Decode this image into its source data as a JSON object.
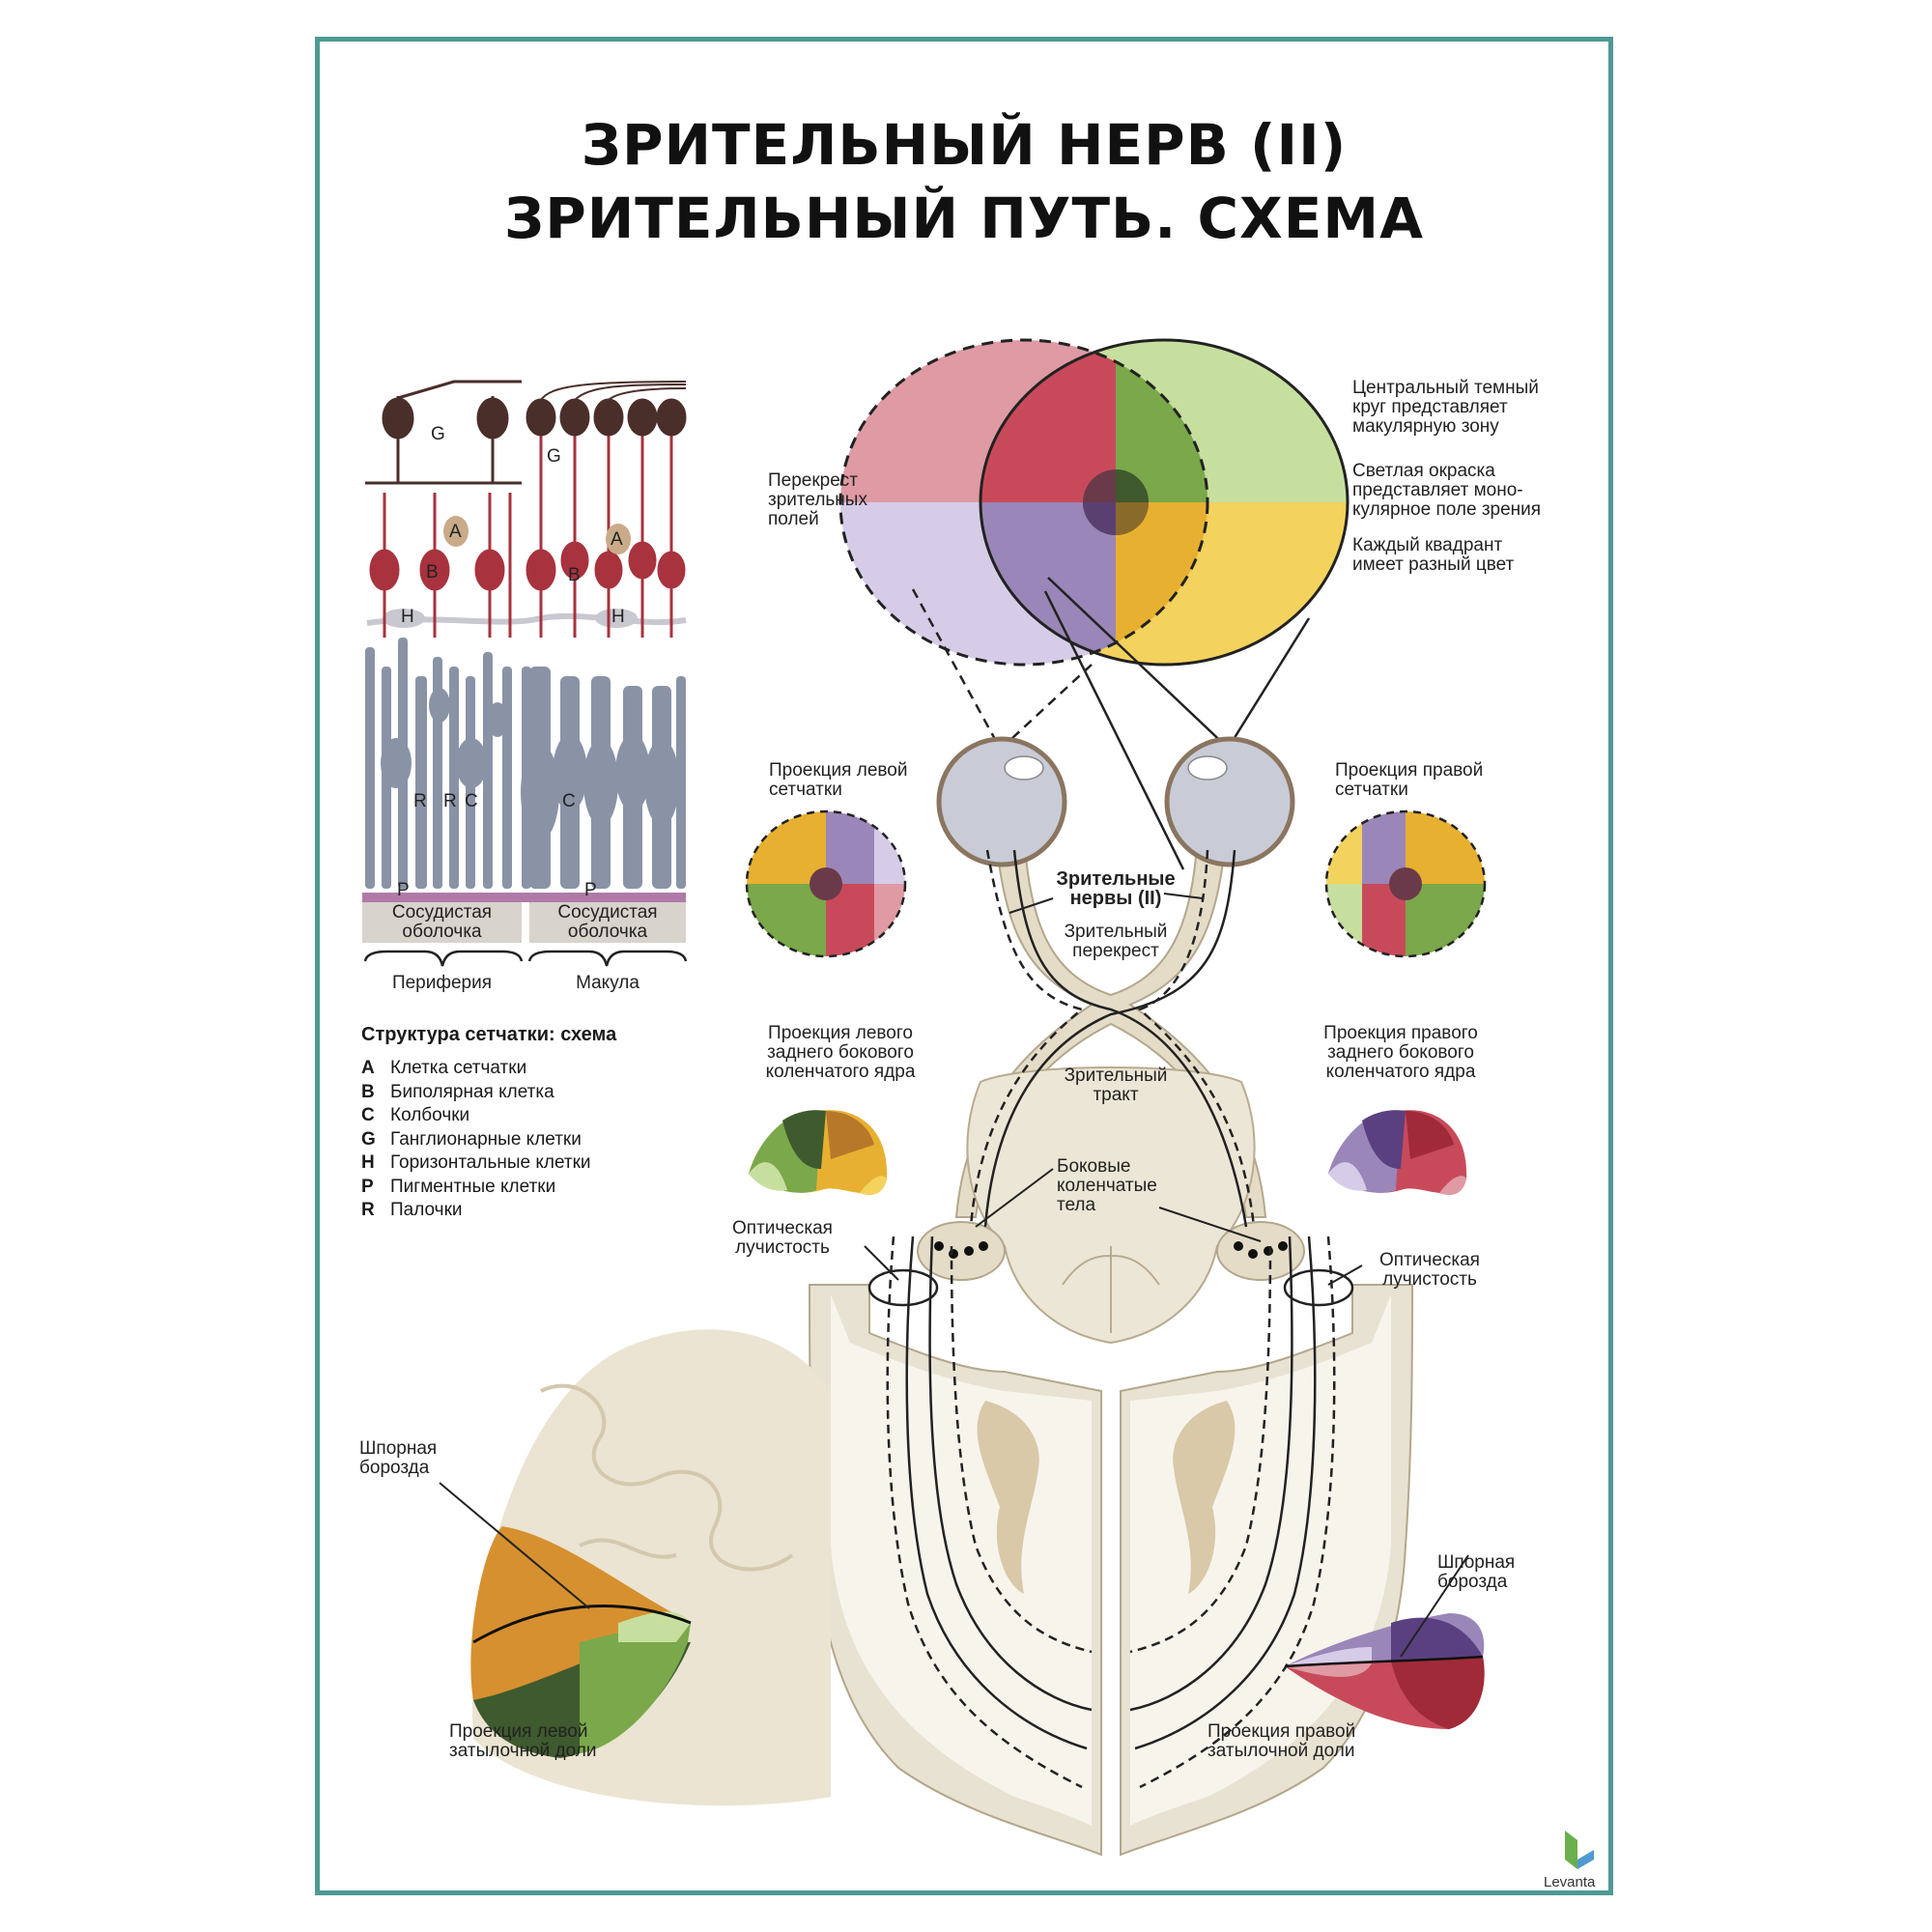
{
  "title": {
    "line1": "ЗРИТЕЛЬНЫЙ НЕРВ (II)",
    "line2": "ЗРИТЕЛЬНЫЙ ПУТЬ. СХЕМА"
  },
  "retina": {
    "cell_letters": {
      "g": "G",
      "a": "A",
      "b": "B",
      "h": "H",
      "r": "R",
      "c": "C",
      "p": "P"
    },
    "choroid": "Сосудистая\nоболочка",
    "periphery": "Периферия",
    "macula": "Макула"
  },
  "legend": {
    "title": "Структура сетчатки: схема",
    "items": [
      {
        "key": "A",
        "text": "Клетка сетчатки"
      },
      {
        "key": "B",
        "text": "Биполярная клетка"
      },
      {
        "key": "C",
        "text": "Колбочки"
      },
      {
        "key": "G",
        "text": "Ганглионарные клетки"
      },
      {
        "key": "H",
        "text": "Горизонтальные клетки"
      },
      {
        "key": "P",
        "text": "Пигментные клетки"
      },
      {
        "key": "R",
        "text": "Палочки"
      }
    ]
  },
  "labels": {
    "field_crossing": "Перекрест\nзрительных\nполей",
    "note_central": "Центральный темный\nкруг представляет\nмакулярную зону",
    "note_light": "Светлая окраска\nпредставляет моно-\nкулярное поле зрения",
    "note_quadrant": "Каждый квадрант\nимеет разный цвет",
    "left_retina": "Проекция левой\nсетчатки",
    "right_retina": "Проекция правой\nсетчатки",
    "optic_nerves": "Зрительные\nнервы (II)",
    "chiasm": "Зрительный\nперекрест",
    "left_lgn": "Проекция левого\nзаднего бокового\nколенчатого ядра",
    "right_lgn": "Проекция правого\nзаднего бокового\nколенчатого ядра",
    "optic_tract": "Зрительный\nтракт",
    "lgb": "Боковые\nколенчатые\nтела",
    "radiation_left": "Оптическая\nлучистость",
    "radiation_right": "Оптическая\nлучистость",
    "calcarine_left": "Шпорная\nборозда",
    "calcarine_right": "Шпорная\nборозда",
    "left_occipital": "Проекция левой\nзатылочной доли",
    "right_occipital": "Проекция правой\nзатылочной доли"
  },
  "brand": "Levanta",
  "colors": {
    "frame": "#4f9a93",
    "red": "#c84a5a",
    "green": "#7aa84a",
    "purple": "#9a86b8",
    "yellow": "#e8b030",
    "dark_macula": "#6b3a4a",
    "neuron_red": "#a8323e",
    "ganglion_brown": "#4a2e2a",
    "photoreceptor": "#8a93a6"
  }
}
